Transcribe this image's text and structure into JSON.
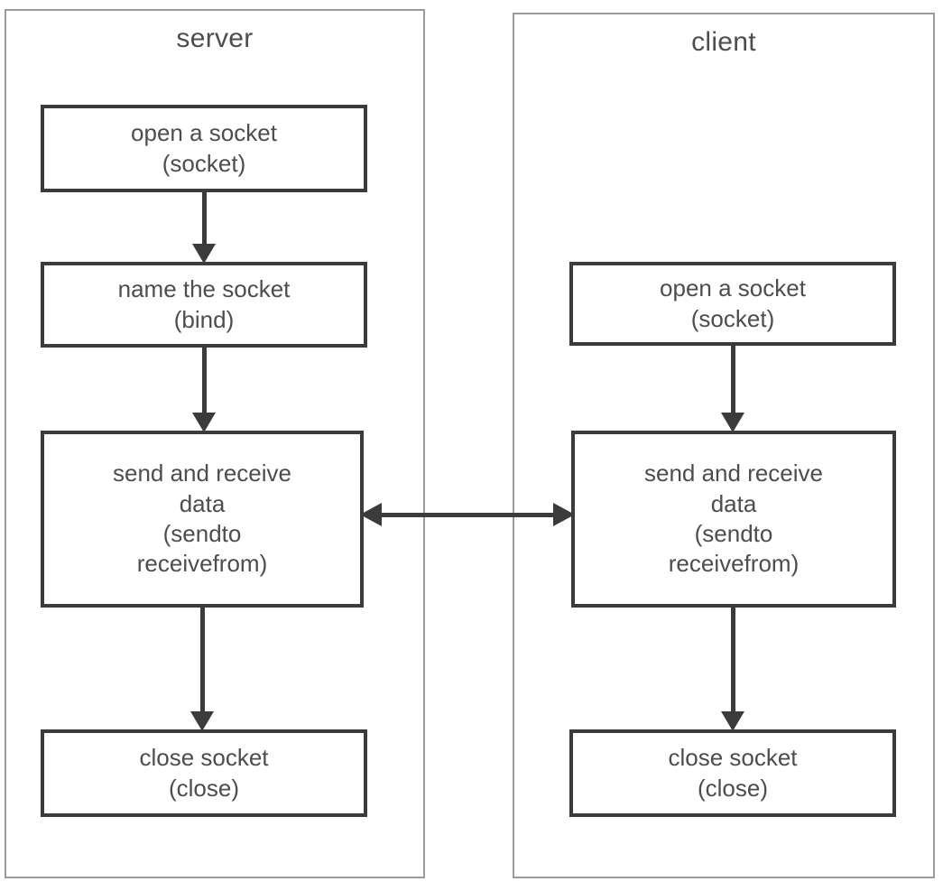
{
  "diagram": {
    "title_server": "server",
    "title_client": "client",
    "colors": {
      "node_border": "#3b3b3b",
      "container_border": "#9a9a9a",
      "text": "#4d4d4d",
      "arrow": "#3b3b3b",
      "background": "#ffffff"
    }
  },
  "server": {
    "title": "server",
    "nodes": [
      {
        "id": "server-open-socket",
        "lines": [
          "open a socket",
          "(socket)"
        ]
      },
      {
        "id": "server-name-socket",
        "lines": [
          "name the socket",
          "(bind)"
        ]
      },
      {
        "id": "server-send-receive",
        "lines": [
          "send and receive",
          "data",
          "(sendto",
          "receivefrom)"
        ]
      },
      {
        "id": "server-close-socket",
        "lines": [
          "close socket",
          "(close)"
        ]
      }
    ]
  },
  "client": {
    "title": "client",
    "nodes": [
      {
        "id": "client-open-socket",
        "lines": [
          "open a socket",
          "(socket)"
        ]
      },
      {
        "id": "client-send-receive",
        "lines": [
          "send and receive",
          "data",
          "(sendto",
          "receivefrom)"
        ]
      },
      {
        "id": "client-close-socket",
        "lines": [
          "close socket",
          "(close)"
        ]
      }
    ]
  },
  "connectors": [
    {
      "id": "server-flow-1",
      "from": "server-open-socket",
      "to": "server-name-socket",
      "direction": "down"
    },
    {
      "id": "server-flow-2",
      "from": "server-name-socket",
      "to": "server-send-receive",
      "direction": "down"
    },
    {
      "id": "server-flow-3",
      "from": "server-send-receive",
      "to": "server-close-socket",
      "direction": "down"
    },
    {
      "id": "client-flow-1",
      "from": "client-open-socket",
      "to": "client-send-receive",
      "direction": "down"
    },
    {
      "id": "client-flow-2",
      "from": "client-send-receive",
      "to": "client-close-socket",
      "direction": "down"
    },
    {
      "id": "data-exchange",
      "from": "server-send-receive",
      "to": "client-send-receive",
      "direction": "bidirectional"
    }
  ]
}
